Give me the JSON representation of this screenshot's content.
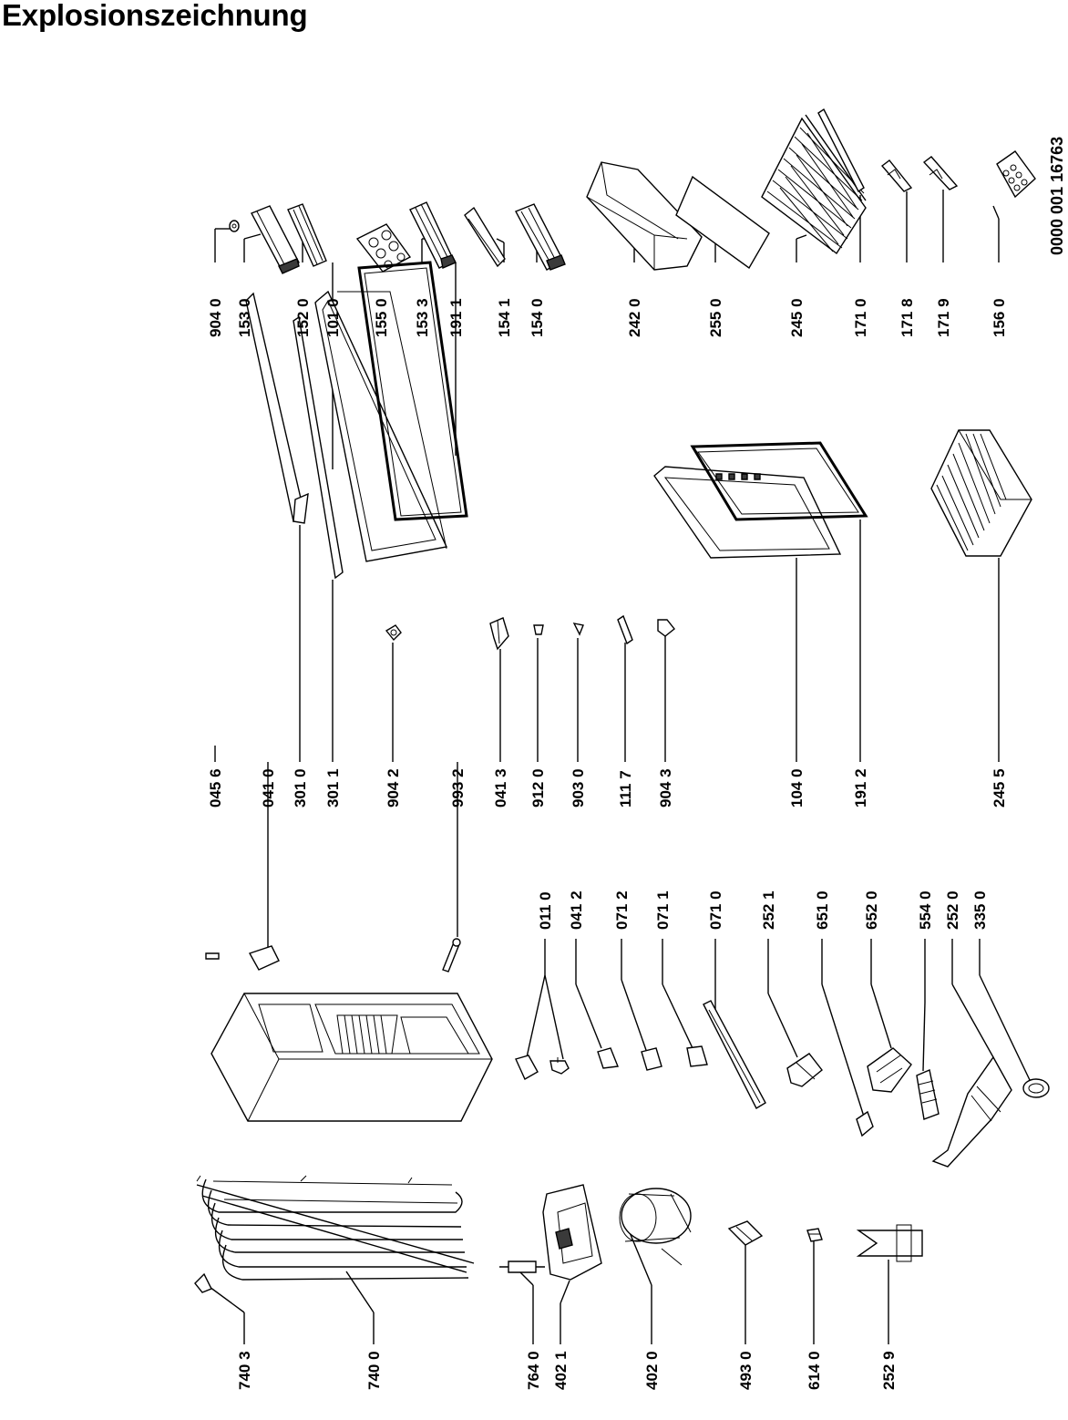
{
  "title": "Explosionszeichnung",
  "document_number": "0000 001 16763",
  "part_labels": [
    "904 0",
    "153 0",
    "152 0",
    "101 0",
    "155 0",
    "153 3",
    "191 1",
    "154 1",
    "154 0",
    "242 0",
    "255 0",
    "245 0",
    "171 0",
    "171 8",
    "171 9",
    "156 0",
    "045 6",
    "041 0",
    "301 0",
    "301 1",
    "904 2",
    "993 2",
    "041 3",
    "912 0",
    "903 0",
    "111 7",
    "904 3",
    "104 0",
    "191 2",
    "245 5",
    "011 0",
    "041 2",
    "071 2",
    "071 1",
    "071 0",
    "252 1",
    "651 0",
    "652 0",
    "554 0",
    "252 0",
    "335 0",
    "740 3",
    "740 0",
    "764 0",
    "402 1",
    "402 0",
    "493 0",
    "614 0",
    "252 9"
  ]
}
